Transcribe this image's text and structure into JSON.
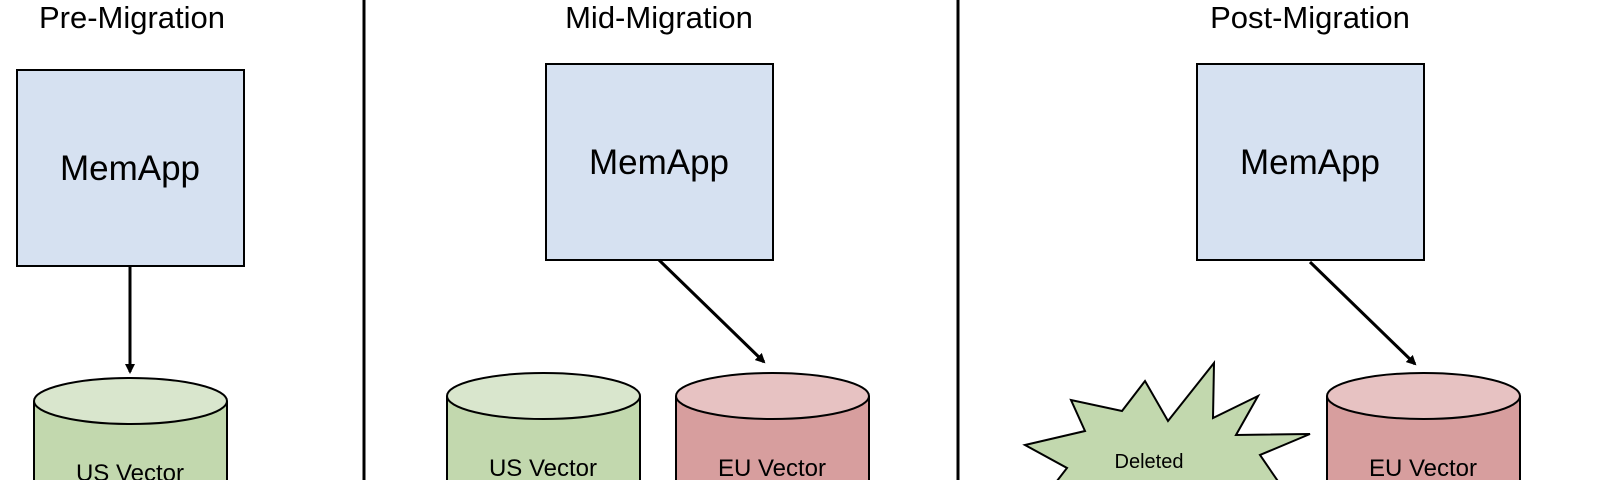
{
  "colors": {
    "app_fill": "#d6e1f1",
    "green_body": "#c2d8ae",
    "green_top": "#d9e6cd",
    "red_body": "#d79e9e",
    "red_top": "#e7c2c2",
    "burst_fill": "#c2d8ae",
    "stroke": "#000000"
  },
  "panels": {
    "pre": {
      "title": "Pre-Migration",
      "app_label": "MemApp",
      "db_label": "US Vector"
    },
    "mid": {
      "title": "Mid-Migration",
      "app_label": "MemApp",
      "db_us_label": "US Vector",
      "db_eu_label": "EU Vector"
    },
    "post": {
      "title": "Post-Migration",
      "app_label": "MemApp",
      "deleted_label": "Deleted",
      "db_eu_label": "EU Vector"
    }
  }
}
